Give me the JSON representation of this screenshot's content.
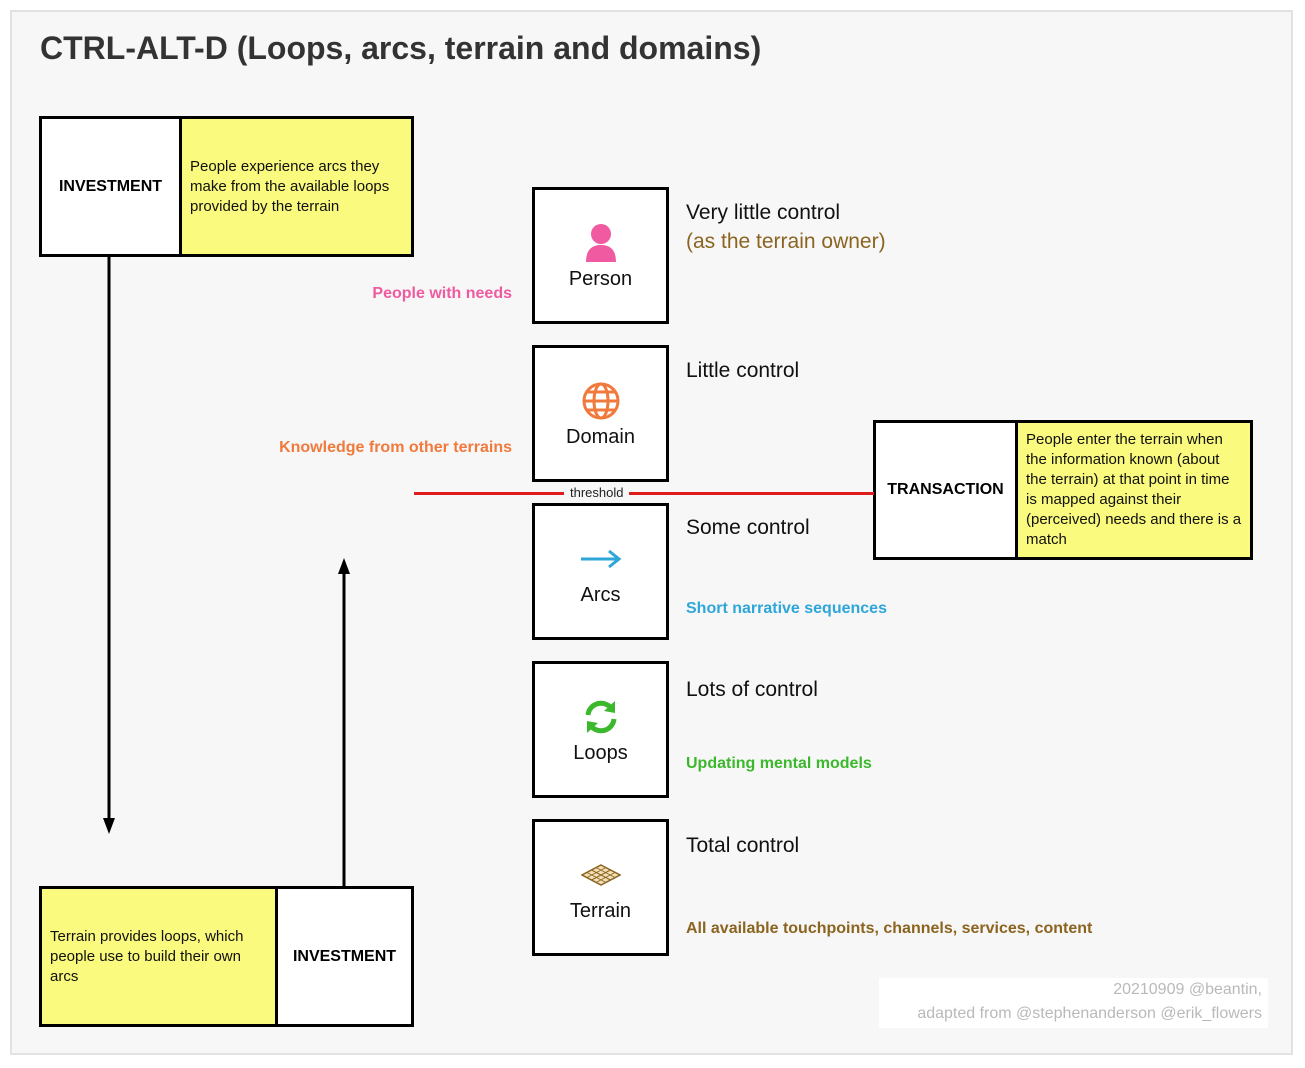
{
  "title": "CTRL-ALT-D (Loops, arcs, terrain and domains)",
  "investment_top": {
    "label": "INVESTMENT",
    "note": "People experience arcs they make from the available loops provided by the terrain"
  },
  "investment_bottom": {
    "label": "INVESTMENT",
    "note": "Terrain provides loops, which people use to build their own arcs"
  },
  "transaction": {
    "label": "TRANSACTION",
    "note": "People enter the terrain when the information known (about the terrain) at that point in time is mapped against their (perceived) needs and there is a match"
  },
  "threshold_label": "threshold",
  "levels": [
    {
      "label": "Person",
      "icon": "person-icon",
      "control": "Very little control",
      "sub": "(as the terrain owner)",
      "side_note": "People with needs",
      "side_color": "#ef5aa0"
    },
    {
      "label": "Domain",
      "icon": "globe-icon",
      "control": "Little control",
      "side_note": "Knowledge from other terrains",
      "side_color": "#f07a3c"
    },
    {
      "label": "Arcs",
      "icon": "arrow-right-icon",
      "control": "Some control",
      "note": "Short narrative sequences",
      "note_color": "#2ea6d8"
    },
    {
      "label": "Loops",
      "icon": "refresh-loop-icon",
      "control": "Lots of control",
      "note": "Updating mental models",
      "note_color": "#3cb82c"
    },
    {
      "label": "Terrain",
      "icon": "terrain-grid-icon",
      "control": "Total control",
      "note": "All available touchpoints, channels, services, content",
      "note_color": "#8b6420"
    }
  ],
  "colors": {
    "note_fill": "#fafa7e",
    "threshold": "#e01b1b",
    "person": "#ef5aa0",
    "domain": "#f07a3c",
    "arcs": "#2ea6d8",
    "loops": "#3cb82c",
    "terrain": "#8b6420"
  },
  "credit": {
    "line1": "20210909 @beantin,",
    "line2": "adapted from @stephenanderson @erik_flowers"
  }
}
